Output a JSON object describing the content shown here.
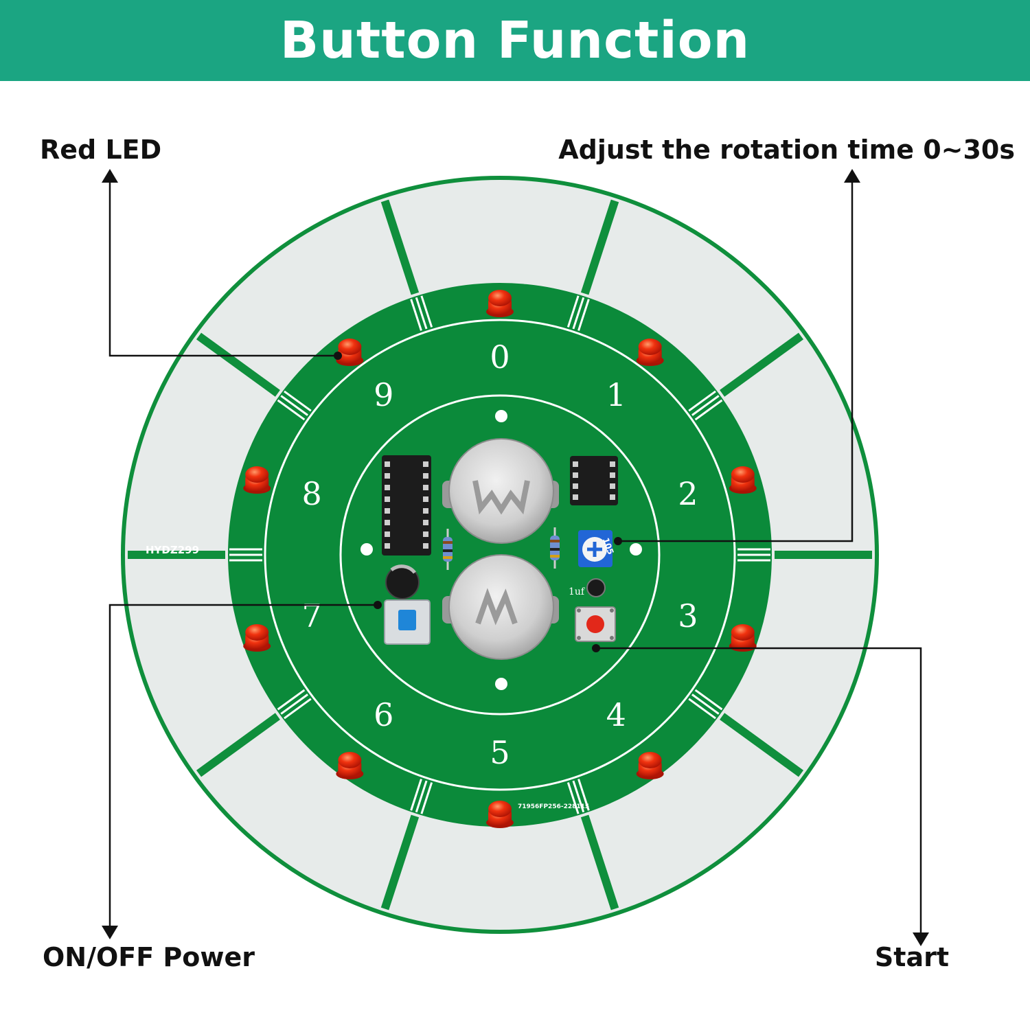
{
  "header": {
    "title": "Button Function"
  },
  "callouts": {
    "red_led": "Red LED",
    "adjust": "Adjust the rotation time 0~30s",
    "onoff": "ON/OFF Power",
    "start": "Start"
  },
  "board": {
    "dial_numbers": [
      "0",
      "1",
      "2",
      "3",
      "4",
      "5",
      "6",
      "7",
      "8",
      "9"
    ],
    "model_label": "HYDZ299",
    "pot_label": "105",
    "cap_label": "1uf",
    "serial_label": "71956FP256-228115"
  },
  "colors": {
    "banner": "#1ba582",
    "pcb_green": "#0b8a3a",
    "disc": "#e7ebea",
    "led_red": "#e0260c"
  }
}
